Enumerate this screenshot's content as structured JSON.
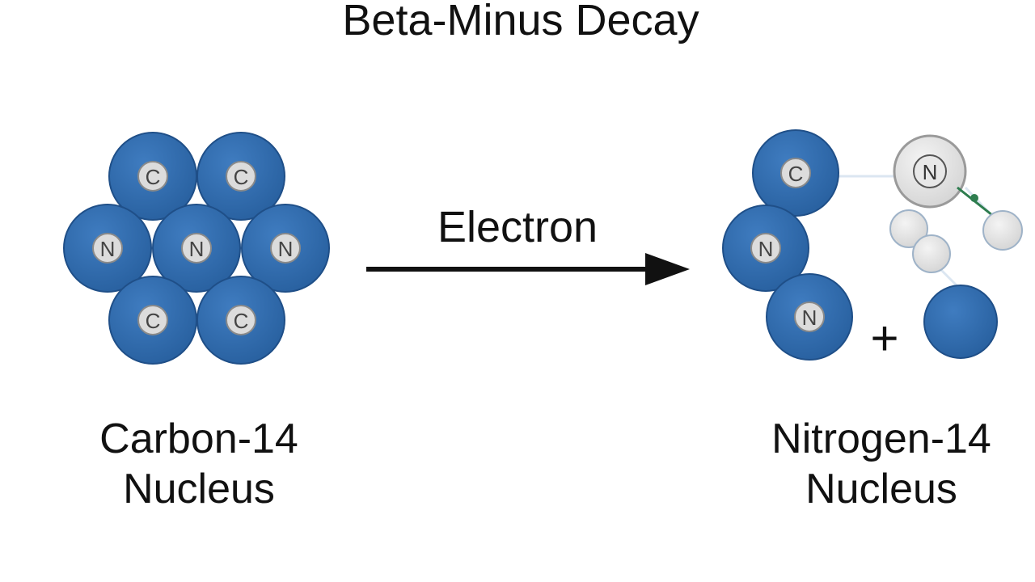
{
  "title": "Beta-Minus Decay",
  "arrow_label": "Electron",
  "plus_sign": "+",
  "left": {
    "caption_line1": "Carbon-14",
    "caption_line2": "Nucleus",
    "nucleons": [
      "C",
      "C",
      "N",
      "N",
      "N",
      "C",
      "C"
    ]
  },
  "right": {
    "caption_line1": "Nitrogen-14",
    "caption_line2": "Nucleus",
    "nucleons": [
      "C",
      "N",
      "N"
    ],
    "decayed_neutron": "N"
  },
  "colors": {
    "nucleon_fill": "#2f69ad",
    "nucleon_stroke": "#1f4f88",
    "label_disc": "#dcdcdc",
    "light_particle": "#e2e2e2",
    "green_link": "#2e7d4f",
    "text": "#111111"
  }
}
